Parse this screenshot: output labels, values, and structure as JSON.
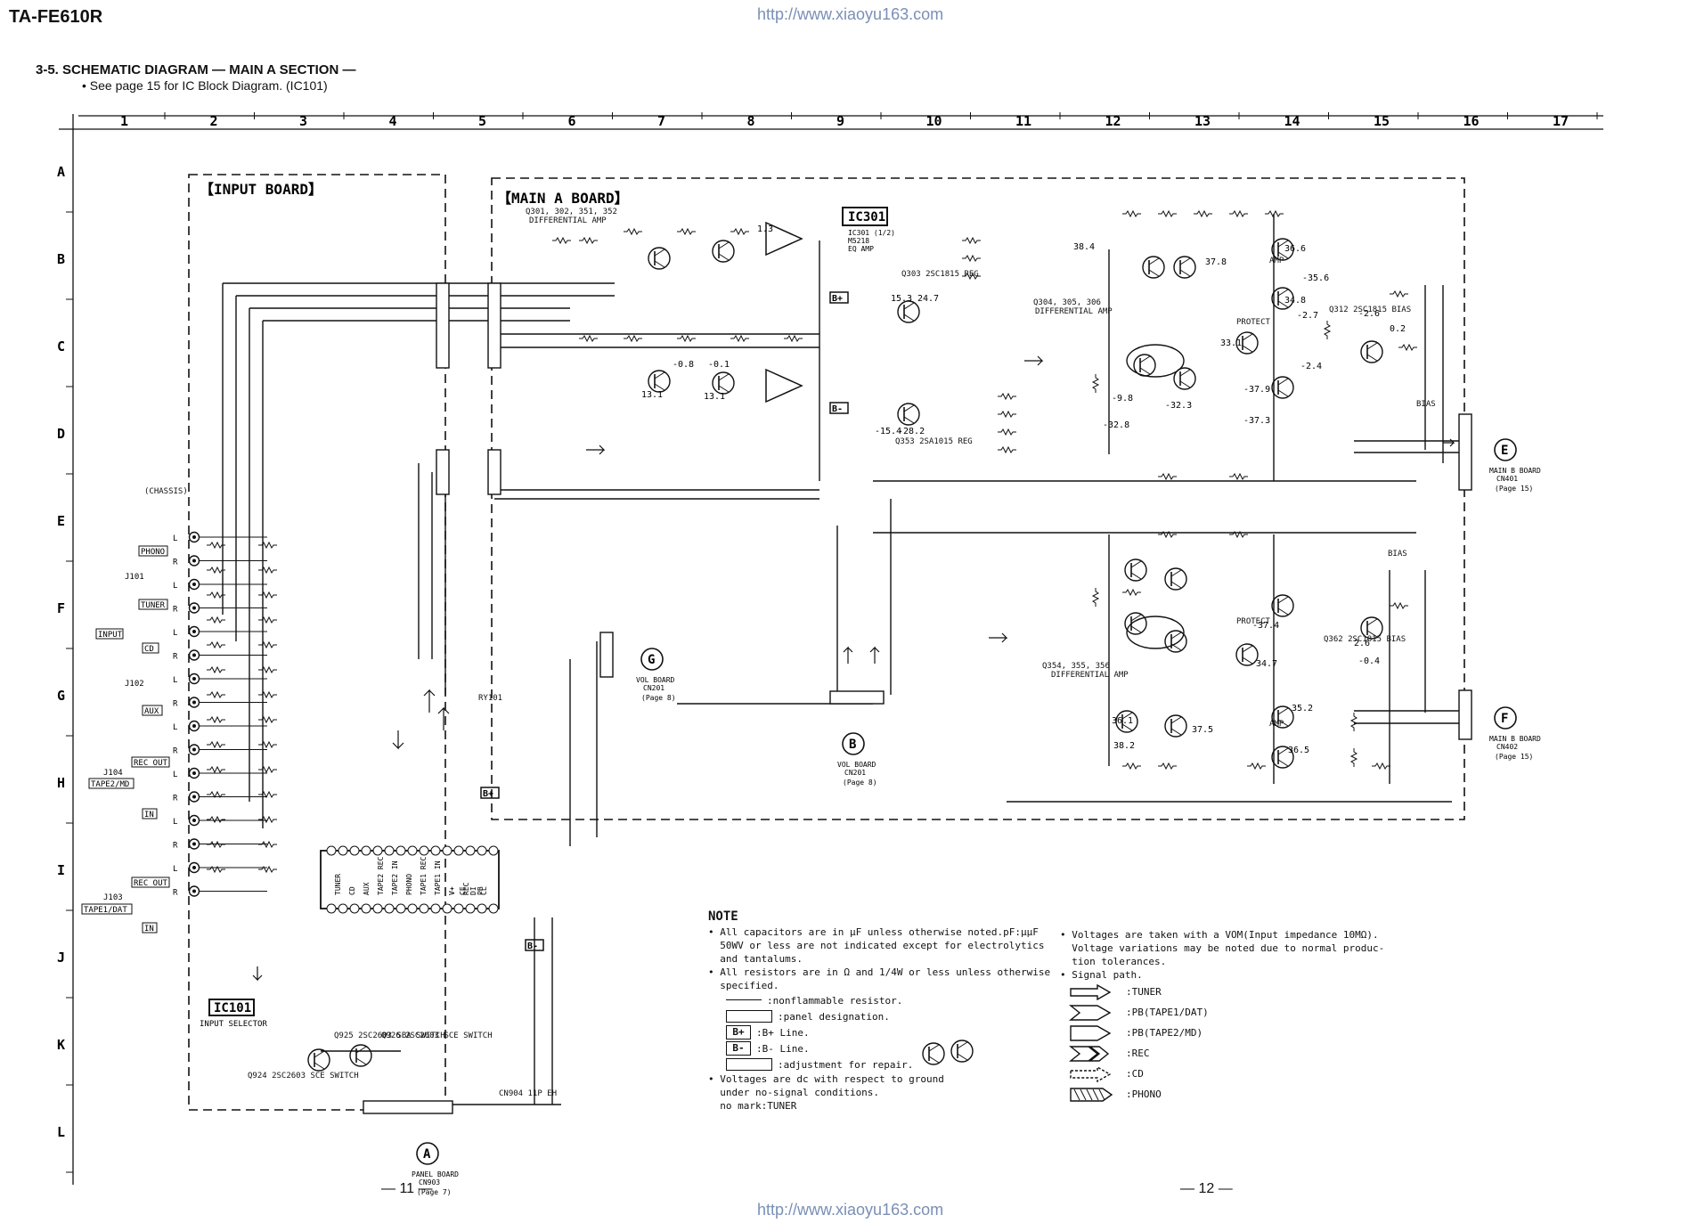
{
  "header": {
    "model": "TA-FE610R",
    "url": "http://www.xiaoyu163.com",
    "section_title": "3-5.   SCHEMATIC DIAGRAM — MAIN A SECTION —",
    "section_note": "• See page 15 for IC Block Diagram. (IC101)"
  },
  "grid": {
    "columns": [
      "1",
      "2",
      "3",
      "4",
      "5",
      "6",
      "7",
      "8",
      "9",
      "10",
      "11",
      "12",
      "13",
      "14",
      "15",
      "16",
      "17"
    ],
    "rows": [
      "A",
      "B",
      "C",
      "D",
      "E",
      "F",
      "G",
      "H",
      "I",
      "J",
      "K",
      "L"
    ]
  },
  "boards": {
    "input": "【INPUT BOARD】",
    "main_a": "【MAIN A BOARD】"
  },
  "ics": {
    "ic301": "IC301",
    "ic301_desc": [
      "IC301 (1/2)",
      "M5218",
      "EQ AMP"
    ],
    "ic101": "IC101",
    "ic101_desc": "INPUT SELECTOR"
  },
  "jacks": [
    {
      "ref": "J101",
      "name": "PHONO"
    },
    {
      "ref": "",
      "name": "TUNER"
    },
    {
      "ref": "",
      "name": "CD"
    },
    {
      "ref": "J102",
      "name": "AUX"
    },
    {
      "ref": "J104",
      "name": "TAPE2/MD"
    },
    {
      "ref": "J103",
      "name": "TAPE1/DAT"
    }
  ],
  "io_labels": {
    "input": "INPUT",
    "rec_out": "REC OUT",
    "in": "IN",
    "chassis": "(CHASSIS)"
  },
  "connectors": [
    {
      "letter": "G",
      "board": "VOL BOARD",
      "cn": "CN201",
      "page": "(Page 8)"
    },
    {
      "letter": "B",
      "board": "VOL BOARD",
      "cn": "CN201",
      "page": "(Page 8)"
    },
    {
      "letter": "E",
      "board": "MAIN B BOARD",
      "cn": "CN401",
      "page": "(Page 15)"
    },
    {
      "letter": "F",
      "board": "MAIN B BOARD",
      "cn": "CN402",
      "page": "(Page 15)"
    },
    {
      "letter": "A",
      "board": "PANEL BOARD",
      "cn": "CN903",
      "page": "(Page 7)"
    }
  ],
  "component_labels": {
    "q301": "Q301, 302, 351, 352",
    "diff_amp": "DIFFERENTIAL AMP",
    "q304": "Q304, 305, 306",
    "q354": "Q354, 355, 356",
    "diff_amp2": "DIFFERENTIAL AMP",
    "q303": "Q303 2SC1815 REG",
    "q353": "Q353 2SA1015 REG",
    "q312": "Q312 2SC1815 BIAS",
    "q362": "Q362 2SC1815 BIAS",
    "q924": "Q924 2SC2603 SCE SWITCH",
    "q925": "Q925 2SC2603 SBA SWITCH",
    "q926": "Q926 2SC2603 SCE SWITCH",
    "ry101": "RY101",
    "bias": "BIAS",
    "cn904": "CN904 11P EH",
    "protect": "PROTECT",
    "amp": "AMP"
  },
  "voltages": [
    "15.3",
    "24.7",
    "-15.4",
    "-28.2",
    "37.8",
    "36.6",
    "-35.6",
    "34.8",
    "-2.7",
    "33.1",
    "-2.4",
    "-9.8",
    "-32.8",
    "-32.3",
    "-37.3",
    "-37.9",
    "36.1",
    "37.5",
    "38.2",
    "-2.6",
    "0.2",
    "-0.4",
    "2.6",
    "-37.4",
    "34.7",
    "35.2",
    "36.5",
    "38.4",
    "-0.8",
    "-0.1",
    "13.1",
    "1.3",
    "13.1"
  ],
  "ic101_pins_top": [
    "TUNER",
    "CD",
    "AUX",
    "TAPE2 REC",
    "TAPE2 IN",
    "PHONO",
    "TAPE1 REC",
    "TAPE1 IN",
    "V+",
    "REC",
    "PB"
  ],
  "ic101_pins_bot": [
    "V-",
    "CE",
    "DI",
    "CL"
  ],
  "note": {
    "title": "NOTE",
    "items": [
      "• All capacitors are in μF unless otherwise noted.pF:μμF",
      "  50WV or less are not indicated except for electrolytics",
      "  and tantalums.",
      "• All resistors are in Ω and 1/4W or less unless otherwise",
      "  specified."
    ],
    "legend": [
      {
        "sym": "nonflam",
        "text": ":nonflammable resistor."
      },
      {
        "sym": "panel",
        "text": ":panel designation."
      },
      {
        "sym": "B+",
        "text": ":B+ Line."
      },
      {
        "sym": "B-",
        "text": ":B- Line."
      },
      {
        "sym": "adj",
        "text": ":adjustment for repair."
      }
    ],
    "tail": [
      "• Voltages are dc with respect to ground",
      "  under no-signal conditions.",
      "  no mark:TUNER"
    ]
  },
  "note_right": {
    "items": [
      "• Voltages are taken with a VOM(Input impedance 10MΩ).",
      "  Voltage variations may be noted due to normal produc-",
      "  tion tolerances.",
      "• Signal path."
    ],
    "signals": [
      ":TUNER",
      ":PB(TAPE1/DAT)",
      ":PB(TAPE2/MD)",
      ":REC",
      ":CD",
      ":PHONO"
    ]
  },
  "pages": {
    "left": "— 11 —",
    "right": "— 12 —"
  }
}
